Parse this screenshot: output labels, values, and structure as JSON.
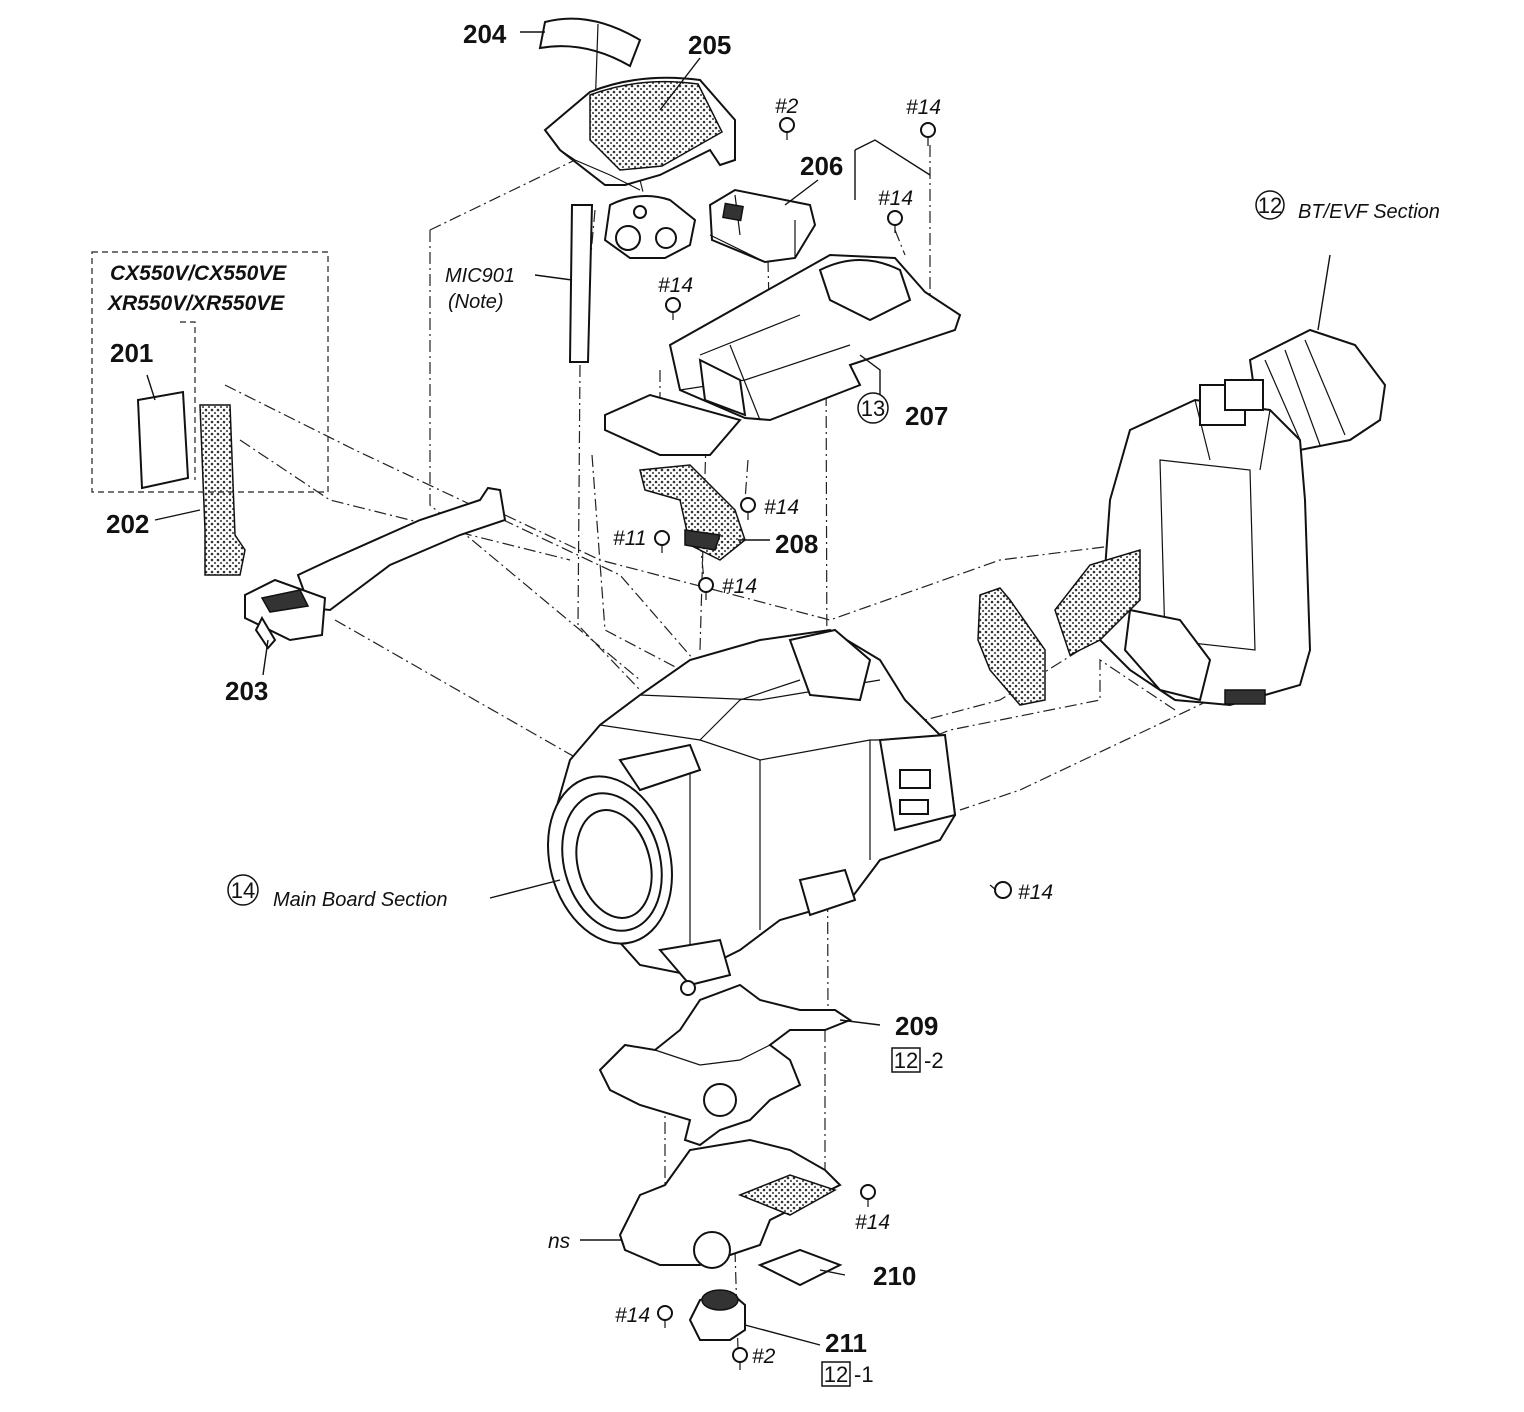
{
  "parts": {
    "p201": "201",
    "p202": "202",
    "p203": "203",
    "p204": "204",
    "p205": "205",
    "p206": "206",
    "p207": "207",
    "p208": "208",
    "p209": "209",
    "p210": "210",
    "p211": "211"
  },
  "models": {
    "line1": "CX550V/CX550VE",
    "line2": "XR550V/XR550VE"
  },
  "mic": {
    "name": "MIC901",
    "note": "(Note)"
  },
  "screws": {
    "s2": "#2",
    "s11": "#11",
    "s14": "#14"
  },
  "sections": {
    "bt_evf": {
      "num": "12",
      "label": "BT/EVF Section"
    },
    "main_board": {
      "num": "14",
      "label": "Main Board Section"
    },
    "s13": {
      "num": "13"
    }
  },
  "refs": {
    "r209": {
      "box": "12",
      "suffix": "-2"
    },
    "r211": {
      "box": "12",
      "suffix": "-1"
    }
  },
  "ns": "ns"
}
